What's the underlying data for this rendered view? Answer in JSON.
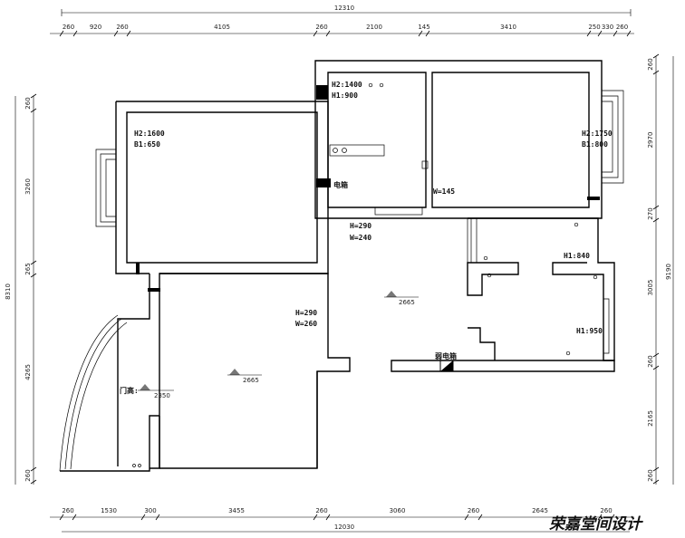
{
  "dimensions": {
    "top_total": "12310",
    "top_segments": [
      "260",
      "920",
      "260",
      "4105",
      "260",
      "2100",
      "145",
      "3410",
      "250",
      "330",
      "260"
    ],
    "bottom_total": "12030",
    "bottom_segments": [
      "260",
      "1530",
      "300",
      "3455",
      "260",
      "3060",
      "260",
      "2645",
      "260"
    ],
    "left_total": "8310",
    "left_segments": [
      "260",
      "3260",
      "265",
      "4265",
      "260"
    ],
    "right_total": "9190",
    "right_segments": [
      "260",
      "2970",
      "270",
      "3005",
      "260",
      "2165",
      "260"
    ]
  },
  "labels": {
    "bedroom_left_h": "H2:1600",
    "bedroom_left_b": "B1:650",
    "kitchen_h": "H2:1400",
    "kitchen_b": "H1:900",
    "bedroom_right_h": "H2:1750",
    "bedroom_right_b": "B1:800",
    "meter_box": "电箱",
    "w145": "W=145",
    "beam_h": "H=290",
    "beam_w": "W=240",
    "living_h": "H=290",
    "living_w": "W=260",
    "bath_h1": "H1:840",
    "bath_h2": "H1:950",
    "door_height": "门高:",
    "level_living": "2665",
    "level_hall": "2665",
    "level_entry": "2350",
    "weak_box": "弱电箱"
  },
  "brand": "荣嘉堂间设计"
}
